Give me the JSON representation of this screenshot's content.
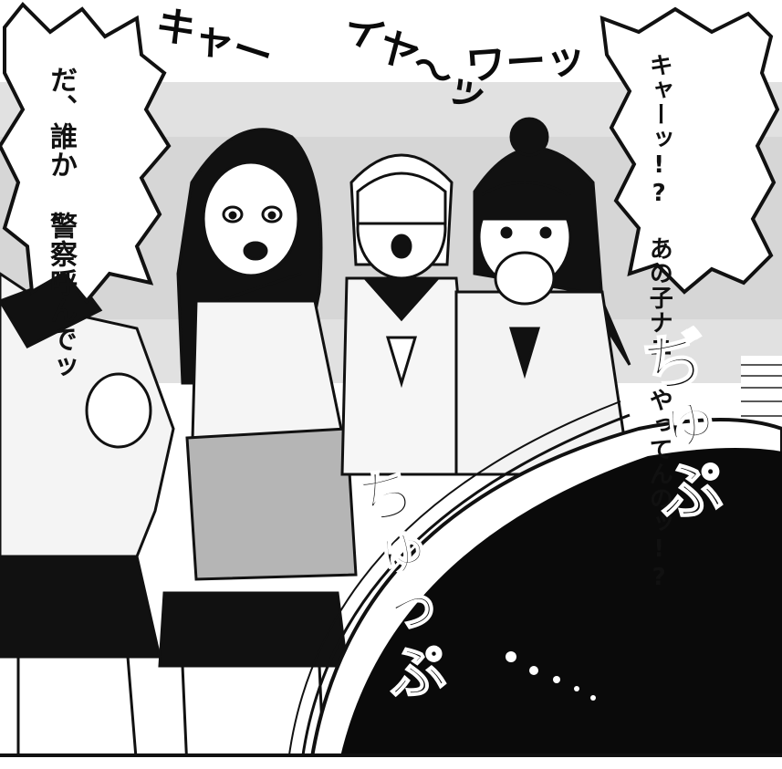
{
  "bubbles": {
    "left": {
      "lines": [
        "だ、誰か",
        "警察呼んでッ"
      ]
    },
    "right": {
      "lines": [
        "キャーッ!?",
        "あの子ナニ",
        "やってんのッ!?"
      ]
    }
  },
  "sfx": {
    "kya": "キャー",
    "iya": "イヤ〜ッ",
    "wa": "ワーッ",
    "chupu_right": "ぢゅぷ",
    "chupu_left": "ちゅっぷ"
  },
  "colors": {
    "ink": "#0b0b0b",
    "paper": "#ffffff",
    "screentone": "#cfcfcf"
  }
}
